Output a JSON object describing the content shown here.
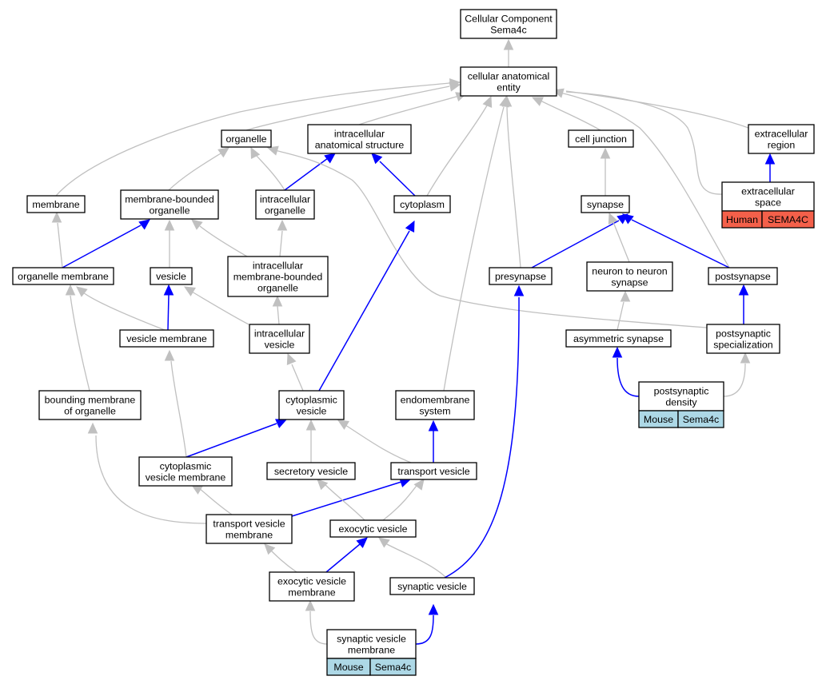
{
  "colors": {
    "gray_edge": "#c0c0c0",
    "blue_edge": "#0000ff",
    "human_cell": "#f4604a",
    "mouse_cell": "#add8e6"
  },
  "nodes": {
    "cellular_component": [
      "Cellular Component",
      "Sema4c"
    ],
    "cellular_anatomical_entity": [
      "cellular anatomical",
      "entity"
    ],
    "organelle": [
      "organelle"
    ],
    "intracellular_anatomical_structure": [
      "intracellular",
      "anatomical structure"
    ],
    "cell_junction": [
      "cell junction"
    ],
    "extracellular_region": [
      "extracellular",
      "region"
    ],
    "membrane": [
      "membrane"
    ],
    "membrane_bounded_organelle": [
      "membrane-bounded",
      "organelle"
    ],
    "intracellular_organelle": [
      "intracellular",
      "organelle"
    ],
    "cytoplasm": [
      "cytoplasm"
    ],
    "synapse": [
      "synapse"
    ],
    "extracellular_space": [
      "extracellular",
      "space"
    ],
    "organelle_membrane": [
      "organelle membrane"
    ],
    "vesicle": [
      "vesicle"
    ],
    "intracellular_membrane_bounded_organelle": [
      "intracellular",
      "membrane-bounded",
      "organelle"
    ],
    "presynapse": [
      "presynapse"
    ],
    "neuron_to_neuron_synapse": [
      "neuron to neuron",
      "synapse"
    ],
    "postsynapse": [
      "postsynapse"
    ],
    "vesicle_membrane": [
      "vesicle membrane"
    ],
    "intracellular_vesicle": [
      "intracellular",
      "vesicle"
    ],
    "asymmetric_synapse": [
      "asymmetric synapse"
    ],
    "postsynaptic_specialization": [
      "postsynaptic",
      "specialization"
    ],
    "postsynaptic_density": [
      "postsynaptic",
      "density"
    ],
    "bounding_membrane_of_organelle": [
      "bounding membrane",
      "of organelle"
    ],
    "cytoplasmic_vesicle": [
      "cytoplasmic",
      "vesicle"
    ],
    "endomembrane_system": [
      "endomembrane",
      "system"
    ],
    "cytoplasmic_vesicle_membrane": [
      "cytoplasmic",
      "vesicle membrane"
    ],
    "secretory_vesicle": [
      "secretory vesicle"
    ],
    "transport_vesicle": [
      "transport vesicle"
    ],
    "transport_vesicle_membrane": [
      "transport vesicle",
      "membrane"
    ],
    "exocytic_vesicle": [
      "exocytic vesicle"
    ],
    "exocytic_vesicle_membrane": [
      "exocytic vesicle",
      "membrane"
    ],
    "synaptic_vesicle": [
      "synaptic vesicle"
    ],
    "synaptic_vesicle_membrane": [
      "synaptic vesicle",
      "membrane"
    ]
  },
  "annotations": {
    "extracellular_space": [
      "Human",
      "SEMA4C"
    ],
    "postsynaptic_density": [
      "Mouse",
      "Sema4c"
    ],
    "synaptic_vesicle_membrane": [
      "Mouse",
      "Sema4c"
    ]
  }
}
